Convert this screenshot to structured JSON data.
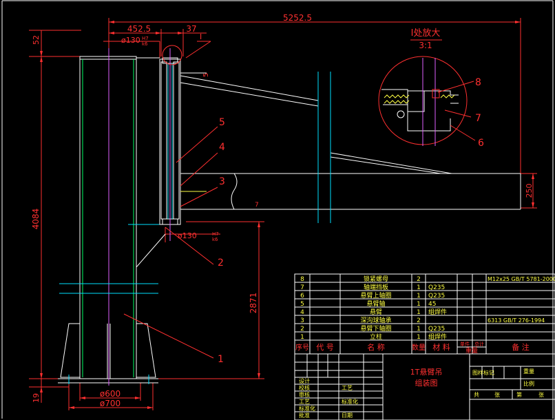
{
  "dims": {
    "overall_width": "5252.5",
    "left_offset": "452.5",
    "gap_37": "37",
    "dia_130_top": "ø130",
    "tol_top_a": "H7",
    "tol_top_b": "k6",
    "top_52": "52",
    "small_5": "5",
    "height_4084": "4084",
    "height_2871": "2871",
    "beam_250": "250",
    "base_19": "19",
    "dia_600": "ø600",
    "dia_700": "ø700",
    "dia_130_bot": "ø130",
    "tol_bot_a": "H7",
    "tol_bot_b": "k6",
    "small_mark": "7"
  },
  "detail": {
    "title": "I处放大",
    "scale": "3:1",
    "marker_label": "I"
  },
  "callouts": {
    "c1": "1",
    "c2": "2",
    "c3": "3",
    "c4": "4",
    "c5": "5",
    "c6": "6",
    "c7": "7",
    "c8": "8"
  },
  "bom": {
    "rows": [
      {
        "no": "8",
        "name": "锁紧螺母",
        "qty": "2",
        "mat": "",
        "note": "M12x25 GB/T 5781-2000"
      },
      {
        "no": "7",
        "name": "轴端挡板",
        "qty": "1",
        "mat": "Q235",
        "note": ""
      },
      {
        "no": "6",
        "name": "悬臂上轴圈",
        "qty": "1",
        "mat": "Q235",
        "note": ""
      },
      {
        "no": "5",
        "name": "悬臂轴",
        "qty": "1",
        "mat": "45",
        "note": ""
      },
      {
        "no": "4",
        "name": "悬臂",
        "qty": "1",
        "mat": "组焊件",
        "note": ""
      },
      {
        "no": "3",
        "name": "深沟球轴承",
        "qty": "2",
        "mat": "",
        "note": "6313  GB/T 276-1994"
      },
      {
        "no": "2",
        "name": "悬臂下轴圈",
        "qty": "1",
        "mat": "Q235",
        "note": ""
      },
      {
        "no": "1",
        "name": "立柱",
        "qty": "1",
        "mat": "组焊件",
        "note": ""
      }
    ],
    "head_no": "序号",
    "head_code": "代  号",
    "head_name": "名    称",
    "head_qty": "数量",
    "head_mat": "材  料",
    "head_unit": "单件",
    "head_total": "总计",
    "head_weight": "重量",
    "head_note": "备    注"
  },
  "titleblock": {
    "drawing_title_1": "1T悬臂吊",
    "drawing_title_2": "组装图",
    "row_labels": [
      "设计",
      "校核",
      "审核",
      "工艺",
      "标准化",
      "批准"
    ],
    "mid_labels": [
      "工艺",
      "标准化",
      "日期"
    ],
    "right_top": "图样标记",
    "right_weight": "重量",
    "right_scale": "比例",
    "right_sheet_a": "共",
    "right_sheet_b": "张",
    "right_sheet_c": "第",
    "right_sheet_d": "张"
  }
}
